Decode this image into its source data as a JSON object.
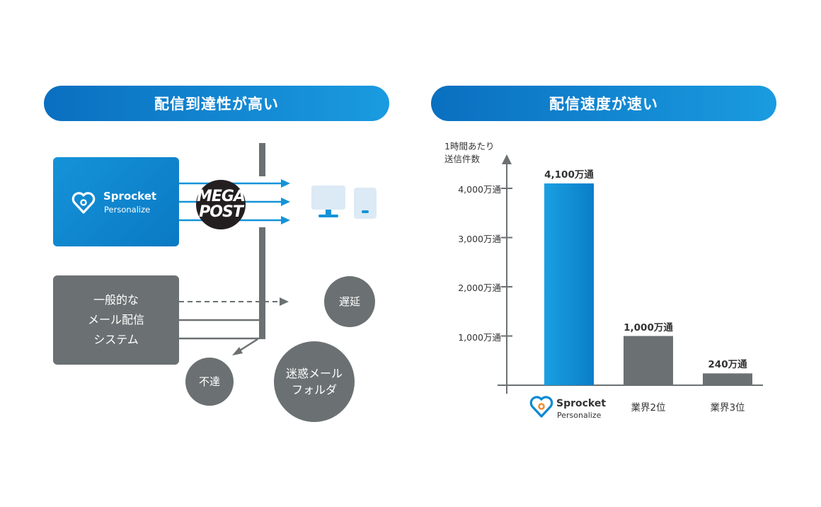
{
  "left_panel": {
    "title": "配信到達性が高い",
    "sprocket": {
      "name": "Sprocket",
      "sub": "Personalize"
    },
    "megapost": {
      "line1": "MEGA",
      "line2": "POST"
    },
    "general": {
      "line1": "一般的な",
      "line2": "メール配信",
      "line3": "システム"
    },
    "outcomes": {
      "delay": "遅延",
      "undelivered": "不達",
      "spam_line1": "迷惑メール",
      "spam_line2": "フォルダ"
    }
  },
  "right_panel": {
    "title": "配信速度が速い"
  },
  "colors": {
    "blue": "#0a8ad4",
    "gray": "#6b7172",
    "axis": "#6b7172"
  },
  "chart_data": {
    "type": "bar",
    "ylabel_line1": "1時間あたり",
    "ylabel_line2": "送信件数",
    "ylim": [
      0,
      4500
    ],
    "yticks": [
      1000,
      2000,
      3000,
      4000
    ],
    "ytick_labels": [
      "1,000万通",
      "2,000万通",
      "3,000万通",
      "4,000万通"
    ],
    "categories": [
      "Sprocket Personalize",
      "業界2位",
      "業界3位"
    ],
    "category_brand": {
      "name": "Sprocket",
      "sub": "Personalize"
    },
    "values": [
      4100,
      1000,
      240
    ],
    "value_labels": [
      "4,100万通",
      "1,000万通",
      "240万通"
    ],
    "bar_colors": [
      "#0a8ad4",
      "#6b7172",
      "#6b7172"
    ],
    "grid": false
  }
}
